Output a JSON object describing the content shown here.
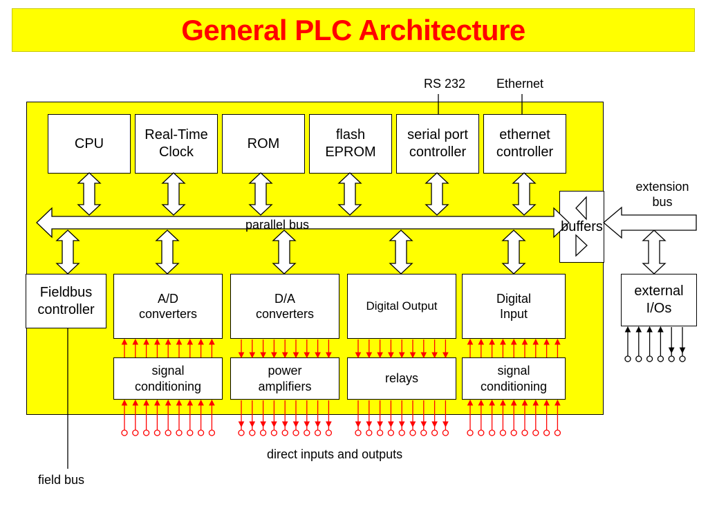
{
  "title": "General PLC Architecture",
  "top_modules": {
    "cpu": "CPU",
    "rtc": [
      "Real-Time",
      "Clock"
    ],
    "rom": "ROM",
    "flash": [
      "flash",
      "EPROM"
    ],
    "serial": [
      "serial port",
      "controller"
    ],
    "ethernet": [
      "ethernet",
      "controller"
    ]
  },
  "bus_labels": {
    "rs232": "RS 232",
    "ethernet": "Ethernet",
    "parallel_bus": "parallel bus",
    "buffers": "buffers",
    "extension_bus": [
      "extension",
      "bus"
    ],
    "direct_io": "direct inputs and outputs",
    "field_bus": "field bus"
  },
  "io_modules": {
    "fieldbus": [
      "Fieldbus",
      "controller"
    ],
    "ad": [
      "A/D",
      "converters"
    ],
    "da": [
      "D/A",
      "converters"
    ],
    "dout": "Digital Output",
    "din": [
      "Digital",
      "Input"
    ],
    "ext_io": [
      "external",
      "I/Os"
    ]
  },
  "conditioning": {
    "signal1": [
      "signal",
      "conditioning"
    ],
    "power": [
      "power",
      "amplifiers"
    ],
    "relays": "relays",
    "signal2": [
      "signal",
      "conditioning"
    ]
  },
  "colors": {
    "title_bg": "#ffff00",
    "title_text": "#ff0000",
    "board": "#ffff00",
    "io_lines": "#ff0000"
  }
}
